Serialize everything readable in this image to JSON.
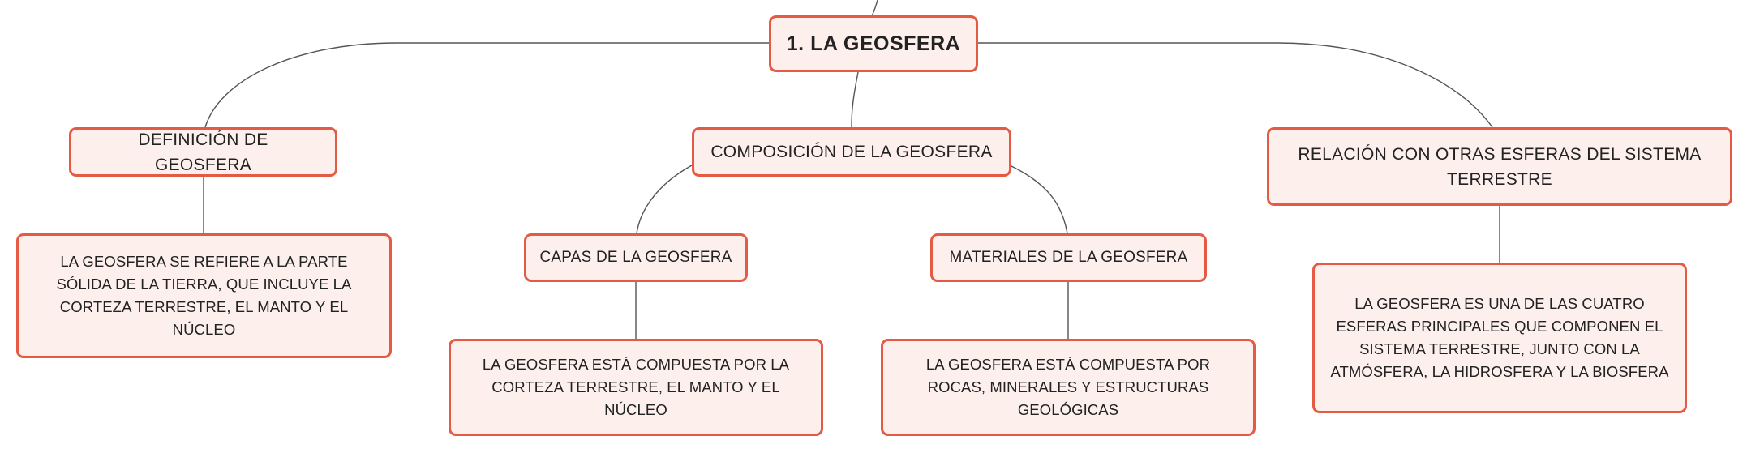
{
  "colors": {
    "border": "#e45a45",
    "fill": "#fdf0ec",
    "line": "#555555",
    "text": "#222222"
  },
  "root": {
    "label": "1. LA GEOSFERA"
  },
  "branches": {
    "definicion": {
      "label": "DEFINICIÓN DE GEOSFERA",
      "detail": "LA GEOSFERA SE REFIERE A LA PARTE SÓLIDA DE LA TIERRA, QUE INCLUYE LA CORTEZA TERRESTRE, EL MANTO Y EL NÚCLEO"
    },
    "composicion": {
      "label": "COMPOSICIÓN DE LA GEOSFERA",
      "capas": {
        "label": "CAPAS DE LA GEOSFERA",
        "detail": "LA GEOSFERA ESTÁ COMPUESTA POR LA CORTEZA TERRESTRE, EL MANTO Y EL NÚCLEO"
      },
      "materiales": {
        "label": "MATERIALES DE LA GEOSFERA",
        "detail": "LA GEOSFERA ESTÁ COMPUESTA POR ROCAS, MINERALES Y ESTRUCTURAS GEOLÓGICAS"
      }
    },
    "relacion": {
      "label": "RELACIÓN CON OTRAS ESFERAS DEL SISTEMA TERRESTRE",
      "detail": "LA GEOSFERA ES UNA DE LAS CUATRO ESFERAS PRINCIPALES QUE COMPONEN EL SISTEMA TERRESTRE, JUNTO CON LA ATMÓSFERA, LA HIDROSFERA Y LA BIOSFERA"
    }
  }
}
